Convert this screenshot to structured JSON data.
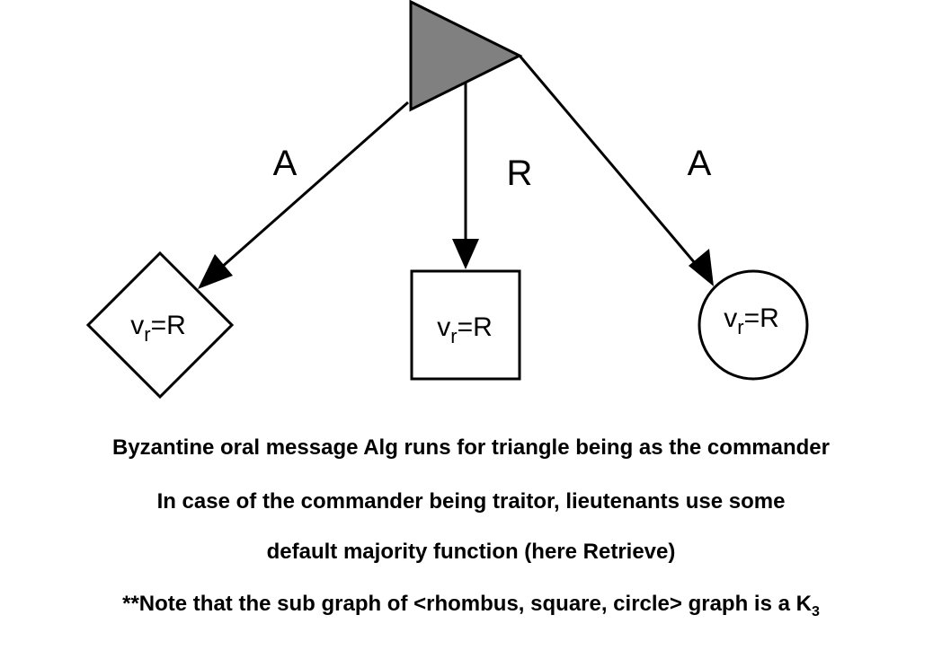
{
  "diagram": {
    "edges": [
      {
        "label": "A",
        "from": "commander-triangle",
        "to": "rhombus"
      },
      {
        "label": "R",
        "from": "commander-triangle",
        "to": "square"
      },
      {
        "label": "A",
        "from": "commander-triangle",
        "to": "circle"
      }
    ],
    "nodes": {
      "commander": {
        "shape": "triangle",
        "fill": "#808080"
      },
      "rhombus": {
        "shape": "rhombus",
        "label_main": "v",
        "label_sub": "r",
        "label_rest": "=R"
      },
      "square": {
        "shape": "square",
        "label_main": "v",
        "label_sub": "r",
        "label_rest": "=R"
      },
      "circle": {
        "shape": "circle",
        "label_main": "v",
        "label_sub": "r",
        "label_rest": "=R"
      }
    },
    "colors": {
      "stroke": "#000000",
      "commander_fill": "#808080",
      "background": "#ffffff"
    }
  },
  "captions": {
    "line1": "Byzantine oral message Alg runs for triangle being as the commander",
    "line2": "In case of the commander being traitor, lieutenants use some",
    "line3": "default majority function (here Retrieve)",
    "line4_main": "**Note that the sub graph of <rhombus, square, circle> graph is a K",
    "line4_sub": "3"
  }
}
